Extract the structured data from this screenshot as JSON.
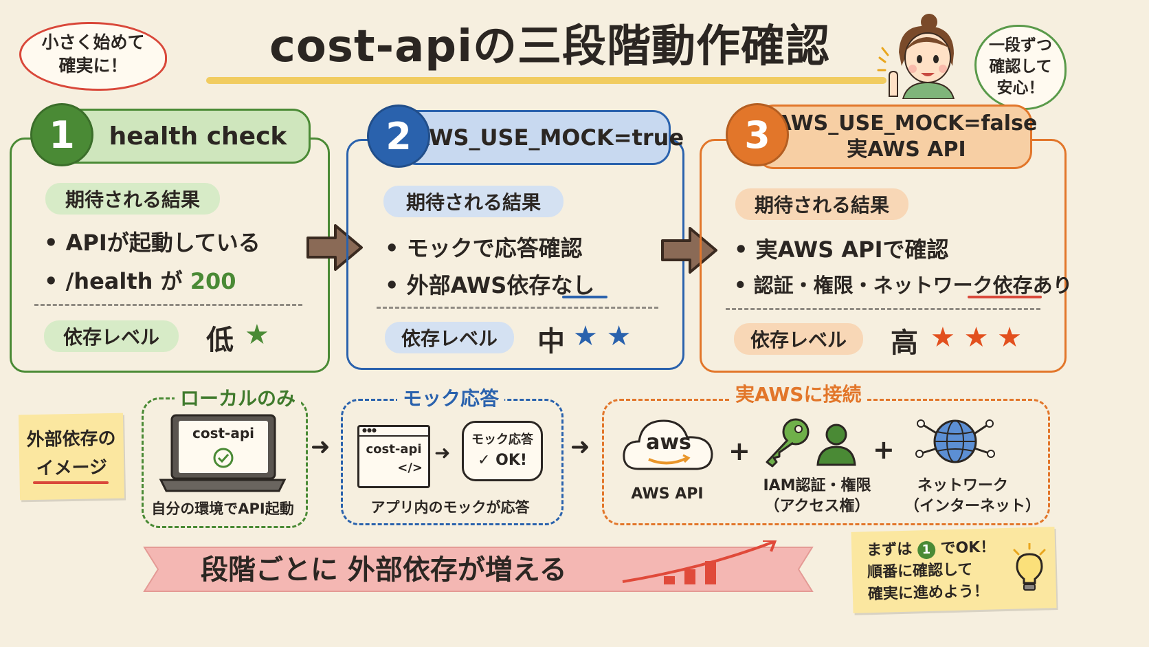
{
  "speech_left": [
    "小さく始めて",
    "確実に！"
  ],
  "title": "cost-apiの三段階動作確認",
  "speech_right": [
    "一段ずつ",
    "確認して",
    "安心！"
  ],
  "stages": [
    {
      "number": "1",
      "header": [
        "health check"
      ],
      "expected_label": "期待される結果",
      "bullets": [
        "• APIが起動している",
        "• /health が 200"
      ],
      "level_label": "依存レベル",
      "level_value": "低",
      "stars": "★",
      "color": "#4a8a35"
    },
    {
      "number": "2",
      "header": [
        "AWS_USE_MOCK=true"
      ],
      "expected_label": "期待される結果",
      "bullets": [
        "• モックで応答確認",
        "• 外部AWS依存なし"
      ],
      "level_label": "依存レベル",
      "level_value": "中",
      "stars": "★ ★",
      "color": "#2a62ad"
    },
    {
      "number": "3",
      "header": [
        "AWS_USE_MOCK=false",
        "実AWS API"
      ],
      "expected_label": "期待される結果",
      "bullets": [
        "• 実AWS APIで確認",
        "• 認証・権限・ネットワーク依存あり"
      ],
      "level_label": "依存レベル",
      "level_value": "高",
      "stars": "★ ★ ★",
      "color": "#e2762a"
    }
  ],
  "image_label": [
    "外部依存の",
    "イメージ"
  ],
  "local": {
    "label": "ローカルのみ",
    "screen_text": "cost-api",
    "caption": "自分の環境でAPI起動"
  },
  "mock": {
    "label": "モック応答",
    "window_text": "cost-api",
    "code_text": "</>",
    "bubble_title": "モック応答",
    "bubble_ok": "✓ OK!",
    "caption": "アプリ内のモックが応答"
  },
  "real": {
    "label": "実AWSに接続",
    "aws_logo": "aws",
    "aws_caption": "AWS API",
    "iam_caption": [
      "IAM認証・権限",
      "（アクセス権）"
    ],
    "net_caption": [
      "ネットワーク",
      "（インターネット）"
    ],
    "plus": "+"
  },
  "banner": "段階ごとに 外部依存が増える",
  "note": {
    "line1_pre": "まずは",
    "line1_num": "1",
    "line1_post": "でOK！",
    "line2": "順番に確認して",
    "line3": "確実に進めよう！"
  }
}
